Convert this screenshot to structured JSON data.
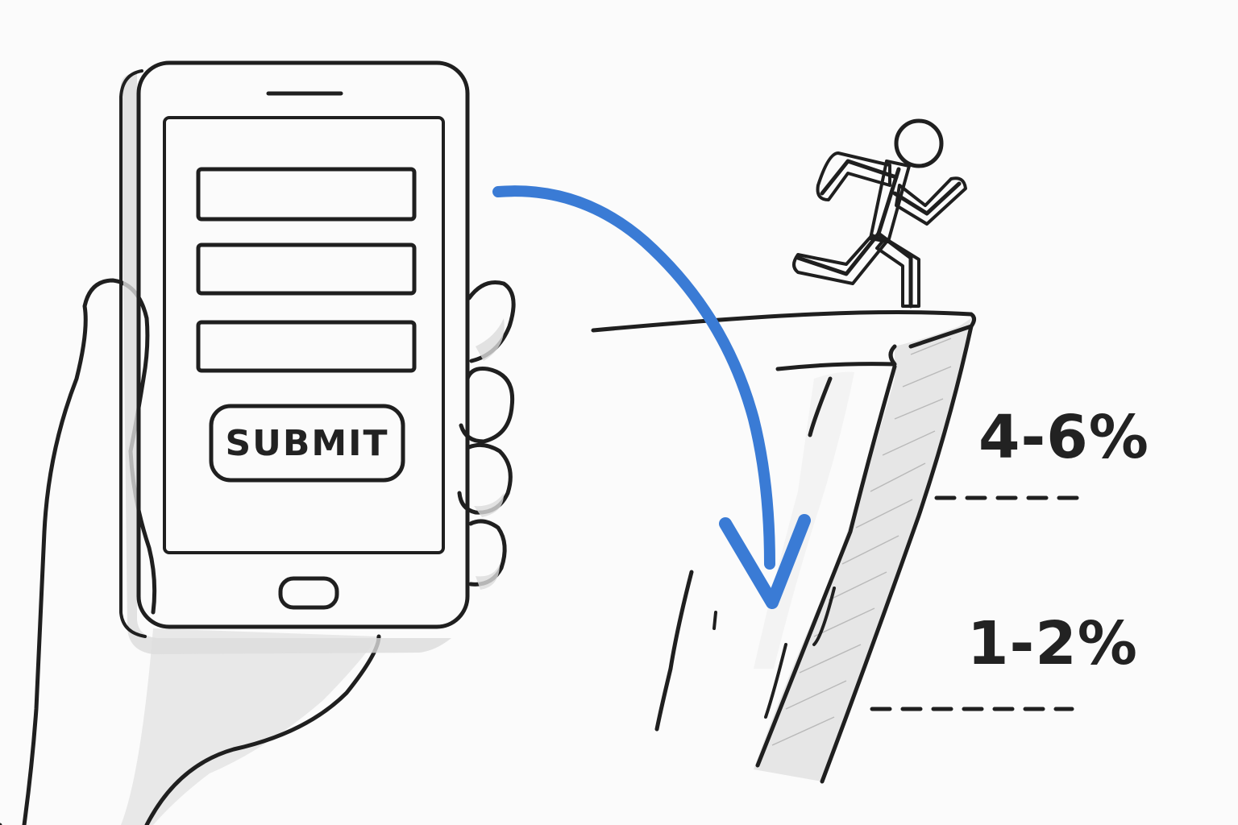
{
  "form": {
    "submit_label": "SUBMIT",
    "field_count": 3
  },
  "dropoff": {
    "high_label": "4-6%",
    "low_label": "1-2%"
  },
  "colors": {
    "ink": "#1f1f1f",
    "arrow": "#3a7bd5",
    "shadow": "#dcdcdc",
    "background": "#fbfbfb"
  },
  "icons": [
    "hand-holding-phone",
    "smartphone",
    "running-person-icon",
    "cliff",
    "curved-arrow-down"
  ]
}
